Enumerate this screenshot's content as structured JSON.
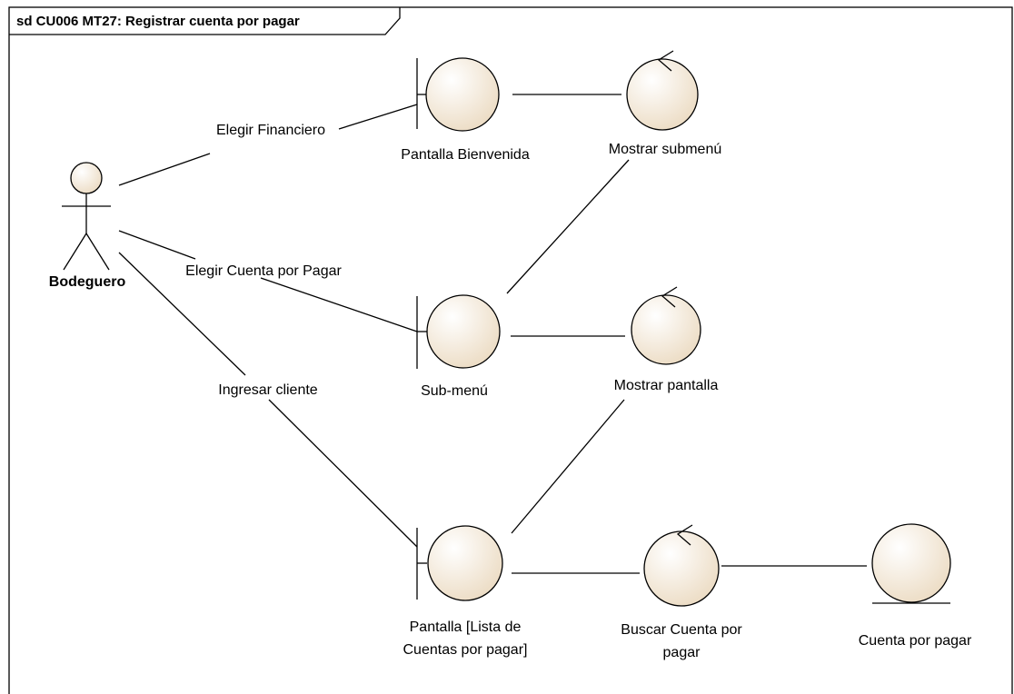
{
  "frame": {
    "title": "sd CU006 MT27: Registrar cuenta por pagar"
  },
  "actor": {
    "name": "Bodeguero"
  },
  "colors": {
    "fill_light": "#ffffff",
    "fill_dark": "#ecdcc4",
    "stroke": "#000000"
  },
  "boundaries": {
    "bienvenida": {
      "label": "Pantalla Bienvenida"
    },
    "submenu": {
      "label": "Sub-menú"
    },
    "lista": {
      "label_line1": "Pantalla [Lista de",
      "label_line2": "Cuentas por pagar]"
    }
  },
  "controls": {
    "mostrar_submenu": {
      "label": "Mostrar submenú"
    },
    "mostrar_pantalla": {
      "label": "Mostrar pantalla"
    },
    "buscar_cuenta": {
      "label_line1": "Buscar Cuenta por",
      "label_line2": "pagar"
    }
  },
  "entities": {
    "cuenta": {
      "label": "Cuenta por pagar"
    }
  },
  "messages": {
    "elegir_financiero": "Elegir Financiero",
    "elegir_cuenta": "Elegir Cuenta por Pagar",
    "ingresar_cliente": "Ingresar cliente"
  }
}
